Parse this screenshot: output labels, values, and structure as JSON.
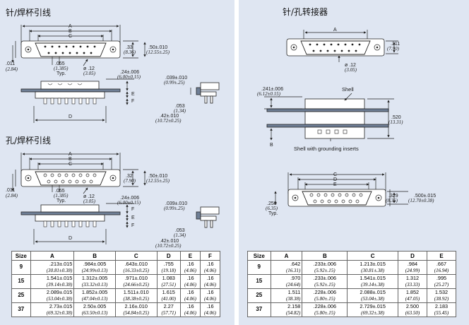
{
  "left_panel": {
    "section1_title": "针/焊杯引线",
    "section2_title": "孔/焊杯引线",
    "dims": {
      "A": "A",
      "B": "B",
      "C": "C",
      "D": "D",
      "E": "E",
      "F": "F",
      "d011": ".011",
      "d011mm": "(2.84)",
      "d055": ".055",
      "d055mm": "(1.385)",
      "typ": "Typ.",
      "d12": "ø .12",
      "d12mm": "(3.05)",
      "d33": ".33",
      "d33mm": "(8.36)",
      "d32": ".32",
      "d32mm": "(7.90)",
      "d50": ".50±.010",
      "d50mm": "(12.55±.25)",
      "d24": ".24±.006",
      "d24mm": "(6.00±0.15)",
      "d039": ".039±.010",
      "d039mm": "(0.99±.25)",
      "d053": ".053",
      "d053mm": "(1.34)",
      "d42": ".42±.010",
      "d42mm": "(10.72±0.25)"
    },
    "table": {
      "headers": [
        "Size",
        "A",
        "B",
        "C",
        "D",
        "E",
        "F"
      ],
      "rows": [
        {
          "size": "9",
          "cells": [
            [
              ".213±.015",
              "(30.81±0.38)"
            ],
            [
              ".984±.005",
              "(24.99±0.13)"
            ],
            [
              ".643±.010",
              "(16.33±0.25)"
            ],
            [
              ".755",
              "(19.18)"
            ],
            [
              ".16",
              "(4.06)"
            ],
            [
              ".16",
              "(4.06)"
            ]
          ]
        },
        {
          "size": "15",
          "cells": [
            [
              "1.541±.015",
              "(39.14±0.38)"
            ],
            [
              "1.312±.005",
              "(33.32±0.13)"
            ],
            [
              ".971±.010",
              "(24.66±0.25)"
            ],
            [
              "1.083",
              "(27.51)"
            ],
            [
              ".16",
              "(4.06)"
            ],
            [
              ".16",
              "(4.06)"
            ]
          ]
        },
        {
          "size": "25",
          "cells": [
            [
              "2.089±.015",
              "(53.04±0.38)"
            ],
            [
              "1.852±.005",
              "(47.04±0.13)"
            ],
            [
              "1.511±.010",
              "(38.38±0.25)"
            ],
            [
              "1.615",
              "(41.00)"
            ],
            [
              ".16",
              "(4.06)"
            ],
            [
              ".16",
              "(4.06)"
            ]
          ]
        },
        {
          "size": "37",
          "cells": [
            [
              "2.73±.015",
              "(69.32±0.38)"
            ],
            [
              "2.50±.005",
              "(63.50±0.13)"
            ],
            [
              "2.16±.010",
              "(54.84±0.25)"
            ],
            [
              "2.27",
              "(57.71)"
            ],
            [
              ".16",
              "(4.06)"
            ],
            [
              ".16",
              "(4.06)"
            ]
          ]
        }
      ]
    }
  },
  "right_panel": {
    "section_title": "针/孔转接器",
    "dims": {
      "A": "A",
      "B": "B",
      "C": "C",
      "D": "D",
      "E": "E",
      "d311": ".311",
      "d311mm": "(7.90)",
      "d12": "ø .12",
      "d12mm": "(3.05)",
      "d241": ".241±.006",
      "d241mm": "(6.12±0.15)",
      "shell": "Shell",
      "d520": ".520",
      "d520mm": "(13.31)",
      "shell_ground": "Shell with grounding inserts",
      "d329": ".329",
      "d329mm": "(8.36)",
      "d500": ".500±.015",
      "d500mm": "(12.70±0.38)",
      "d250": ".250",
      "d250mm": "(6.35)",
      "typ": "Typ."
    },
    "table": {
      "headers": [
        "Size",
        "A",
        "B",
        "C",
        "D",
        "E"
      ],
      "rows": [
        {
          "size": "9",
          "cells": [
            [
              ".642",
              "(16.31)"
            ],
            [
              ".233±.006",
              "(5.92±.15)"
            ],
            [
              "1.213±.015",
              "(30.81±.38)"
            ],
            [
              ".984",
              "(24.99)"
            ],
            [
              ".667",
              "(16.94)"
            ]
          ]
        },
        {
          "size": "15",
          "cells": [
            [
              ".970",
              "(24.64)"
            ],
            [
              ".233±.006",
              "(5.92±.15)"
            ],
            [
              "1.541±.015",
              "(39.14±.38)"
            ],
            [
              "1.312",
              "(33.33)"
            ],
            [
              ".995",
              "(25.27)"
            ]
          ]
        },
        {
          "size": "25",
          "cells": [
            [
              "1.511",
              "(38.38)"
            ],
            [
              ".228±.006",
              "(5.80±.15)"
            ],
            [
              "2.088±.015",
              "(53.04±.38)"
            ],
            [
              "1.852",
              "(47.05)"
            ],
            [
              "1.532",
              "(38.92)"
            ]
          ]
        },
        {
          "size": "37",
          "cells": [
            [
              "2.158",
              "(54.82)"
            ],
            [
              ".228±.006",
              "(5.80±.15)"
            ],
            [
              "2.729±.015",
              "(69.32±.38)"
            ],
            [
              "2.500",
              "(63.50)"
            ],
            [
              "2.183",
              "(55.45)"
            ]
          ]
        }
      ]
    }
  }
}
